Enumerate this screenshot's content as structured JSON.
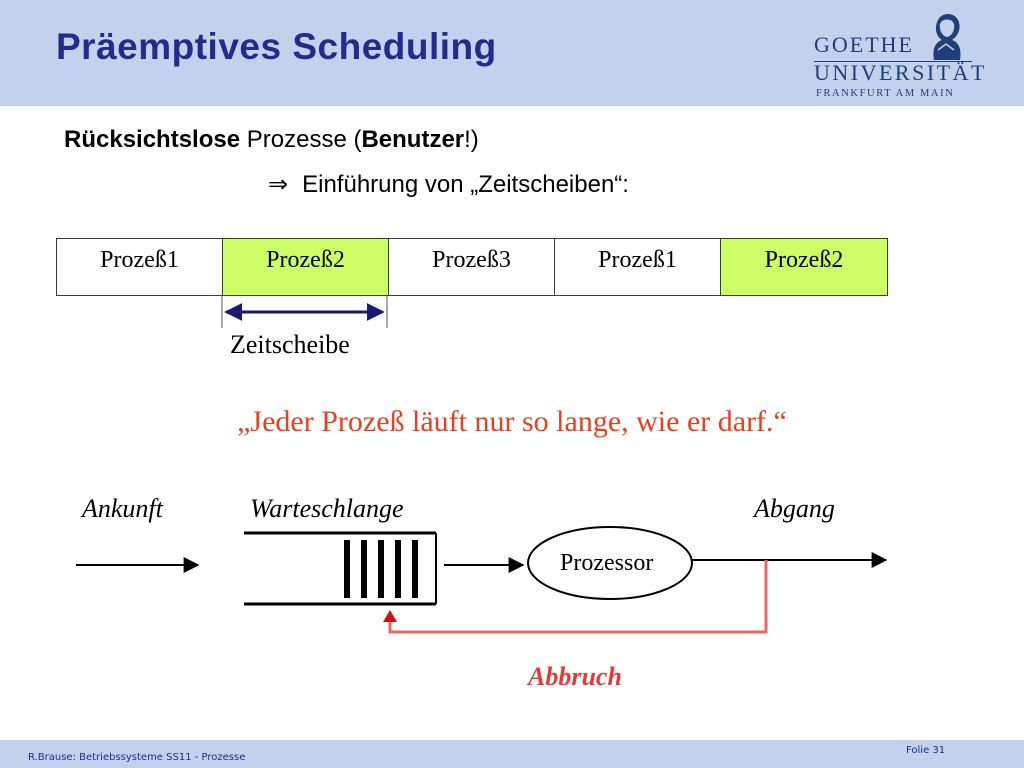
{
  "header": {
    "title": "Präemptives Scheduling",
    "logo": {
      "line1": "GOETHE",
      "line2": "UNIVERSITÄT",
      "line3": "FRANKFURT AM MAIN"
    },
    "background": "#c3d2ec",
    "title_color": "#1f2d8c"
  },
  "content": {
    "subtitle": {
      "bold1": "Rücksichtslose",
      "normal": " Prozesse (",
      "bold2": "Benutzer",
      "end": "!)"
    },
    "implies_symbol": "⇒",
    "implies_text": "Einführung von „Zeitscheiben“:",
    "timeline": [
      {
        "label": "Prozeß1",
        "highlight": false
      },
      {
        "label": "Prozeß2",
        "highlight": true
      },
      {
        "label": "Prozeß3",
        "highlight": false
      },
      {
        "label": "Prozeß1",
        "highlight": false
      },
      {
        "label": "Prozeß2",
        "highlight": true
      }
    ],
    "highlight_color": "#ccff66",
    "timeslice_label": "Zeitscheibe",
    "quote": "„Jeder Prozeß läuft nur so lange, wie er darf.“",
    "quote_color": "#e8401c"
  },
  "queue_diagram": {
    "arrival": "Ankunft",
    "queue": "Warteschlange",
    "departure": "Abgang",
    "processor": "Prozessor",
    "abort": "Abbruch",
    "abort_color": "#e53a3a"
  },
  "footer": {
    "left": "R.Brause: Betriebssysteme SS11  -   Prozesse",
    "right": "Folie 31"
  }
}
